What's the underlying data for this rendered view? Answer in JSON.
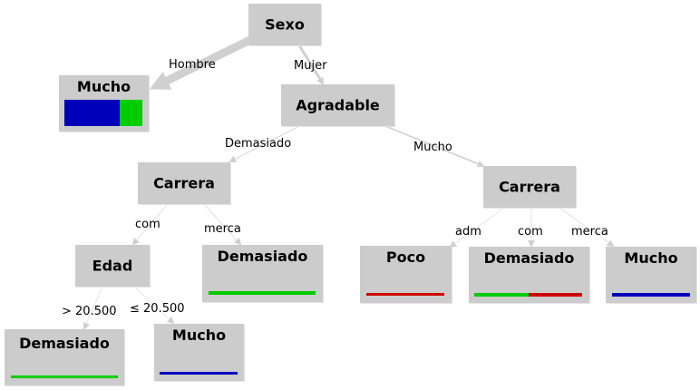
{
  "colors": {
    "node_bg": "#cccccc",
    "edge": "#d0d0d0",
    "Mucho": "#0000bb",
    "Demasiado": "#00cc00",
    "Poco": "#cc0000"
  },
  "nodes": {
    "root": {
      "label": "Sexo"
    },
    "hombre_leaf": {
      "label": "Mucho",
      "dist": [
        {
          "class": "Mucho",
          "share": 0.71
        },
        {
          "class": "Demasiado",
          "share": 0.29
        }
      ]
    },
    "agradable": {
      "label": "Agradable"
    },
    "carrera_left": {
      "label": "Carrera"
    },
    "carrera_right": {
      "label": "Carrera"
    },
    "edad": {
      "label": "Edad"
    },
    "merca_left_leaf": {
      "label": "Demasiado",
      "dist": [
        {
          "class": "Demasiado",
          "share": 1.0
        }
      ]
    },
    "edad_gt_leaf": {
      "label": "Demasiado",
      "dist": [
        {
          "class": "Demasiado",
          "share": 1.0
        }
      ]
    },
    "edad_le_leaf": {
      "label": "Mucho",
      "dist": [
        {
          "class": "Mucho",
          "share": 1.0
        }
      ]
    },
    "adm_leaf": {
      "label": "Poco",
      "dist": [
        {
          "class": "Poco",
          "share": 1.0
        }
      ]
    },
    "com_right_leaf": {
      "label": "Demasiado",
      "dist": [
        {
          "class": "Demasiado",
          "share": 0.5
        },
        {
          "class": "Poco",
          "share": 0.5
        }
      ]
    },
    "merca_right_leaf": {
      "label": "Mucho",
      "dist": [
        {
          "class": "Mucho",
          "share": 1.0
        }
      ]
    }
  },
  "edges": {
    "hombre": "Hombre",
    "mujer": "Mujer",
    "demasiado": "Demasiado",
    "mucho": "Mucho",
    "com_left": "com",
    "merca_left": "merca",
    "gt": "> 20.500",
    "le": "≤ 20.500",
    "adm": "adm",
    "com_right": "com",
    "merca_right": "merca"
  }
}
